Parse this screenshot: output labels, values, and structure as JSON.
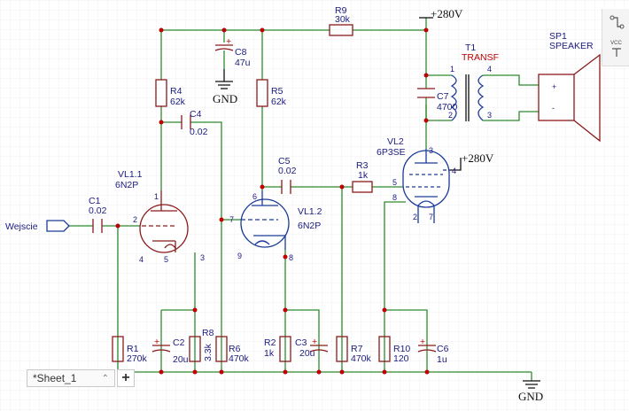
{
  "schematic": {
    "power_top": "+280V",
    "power_tube": "+280V",
    "gnd_top": "GND",
    "gnd_bottom": "GND",
    "input_port": "Wejscie",
    "components": {
      "R9": {
        "ref": "R9",
        "value": "30k"
      },
      "C8": {
        "ref": "C8",
        "value": "47u"
      },
      "R4": {
        "ref": "R4",
        "value": "62k"
      },
      "C4": {
        "ref": "C4",
        "value": "0.02"
      },
      "R5": {
        "ref": "R5",
        "value": "62k"
      },
      "C5": {
        "ref": "C5",
        "value": "0.02"
      },
      "C1": {
        "ref": "C1",
        "value": "0.02"
      },
      "VL1_1": {
        "ref": "VL1.1",
        "value": "6N2P"
      },
      "VL1_2": {
        "ref": "VL1.2",
        "value": "6N2P"
      },
      "R3": {
        "ref": "R3",
        "value": "1k"
      },
      "VL2": {
        "ref": "VL2",
        "value": "6P3SE"
      },
      "T1": {
        "ref": "T1",
        "value": "TRANSF"
      },
      "C7": {
        "ref": "C7",
        "value": "4700"
      },
      "SP1": {
        "ref": "SP1",
        "value": "SPEAKER"
      },
      "R1": {
        "ref": "R1",
        "value": "270k"
      },
      "C2": {
        "ref": "C2",
        "value": "20u"
      },
      "R8": {
        "ref": "R8",
        "value": "3.3k"
      },
      "R6": {
        "ref": "R6",
        "value": "470k"
      },
      "R2": {
        "ref": "R2",
        "value": "1k"
      },
      "C3": {
        "ref": "C3",
        "value": "20u"
      },
      "R7": {
        "ref": "R7",
        "value": "470k"
      },
      "R10": {
        "ref": "R10",
        "value": "120"
      },
      "C6": {
        "ref": "C6",
        "value": "1u"
      }
    },
    "pins": {
      "vl11": [
        "1",
        "2",
        "3",
        "4",
        "5"
      ],
      "vl12": [
        "6",
        "7",
        "8",
        "9"
      ],
      "vl2": [
        "3",
        "4",
        "5",
        "8",
        "2",
        "7"
      ],
      "t1": [
        "1",
        "2",
        "3",
        "4"
      ],
      "sp": [
        "+",
        "-"
      ]
    }
  },
  "toolbar": {
    "vcc_label": "VCC"
  },
  "sheet": {
    "tab_label": "*Sheet_1",
    "add_label": "+"
  }
}
